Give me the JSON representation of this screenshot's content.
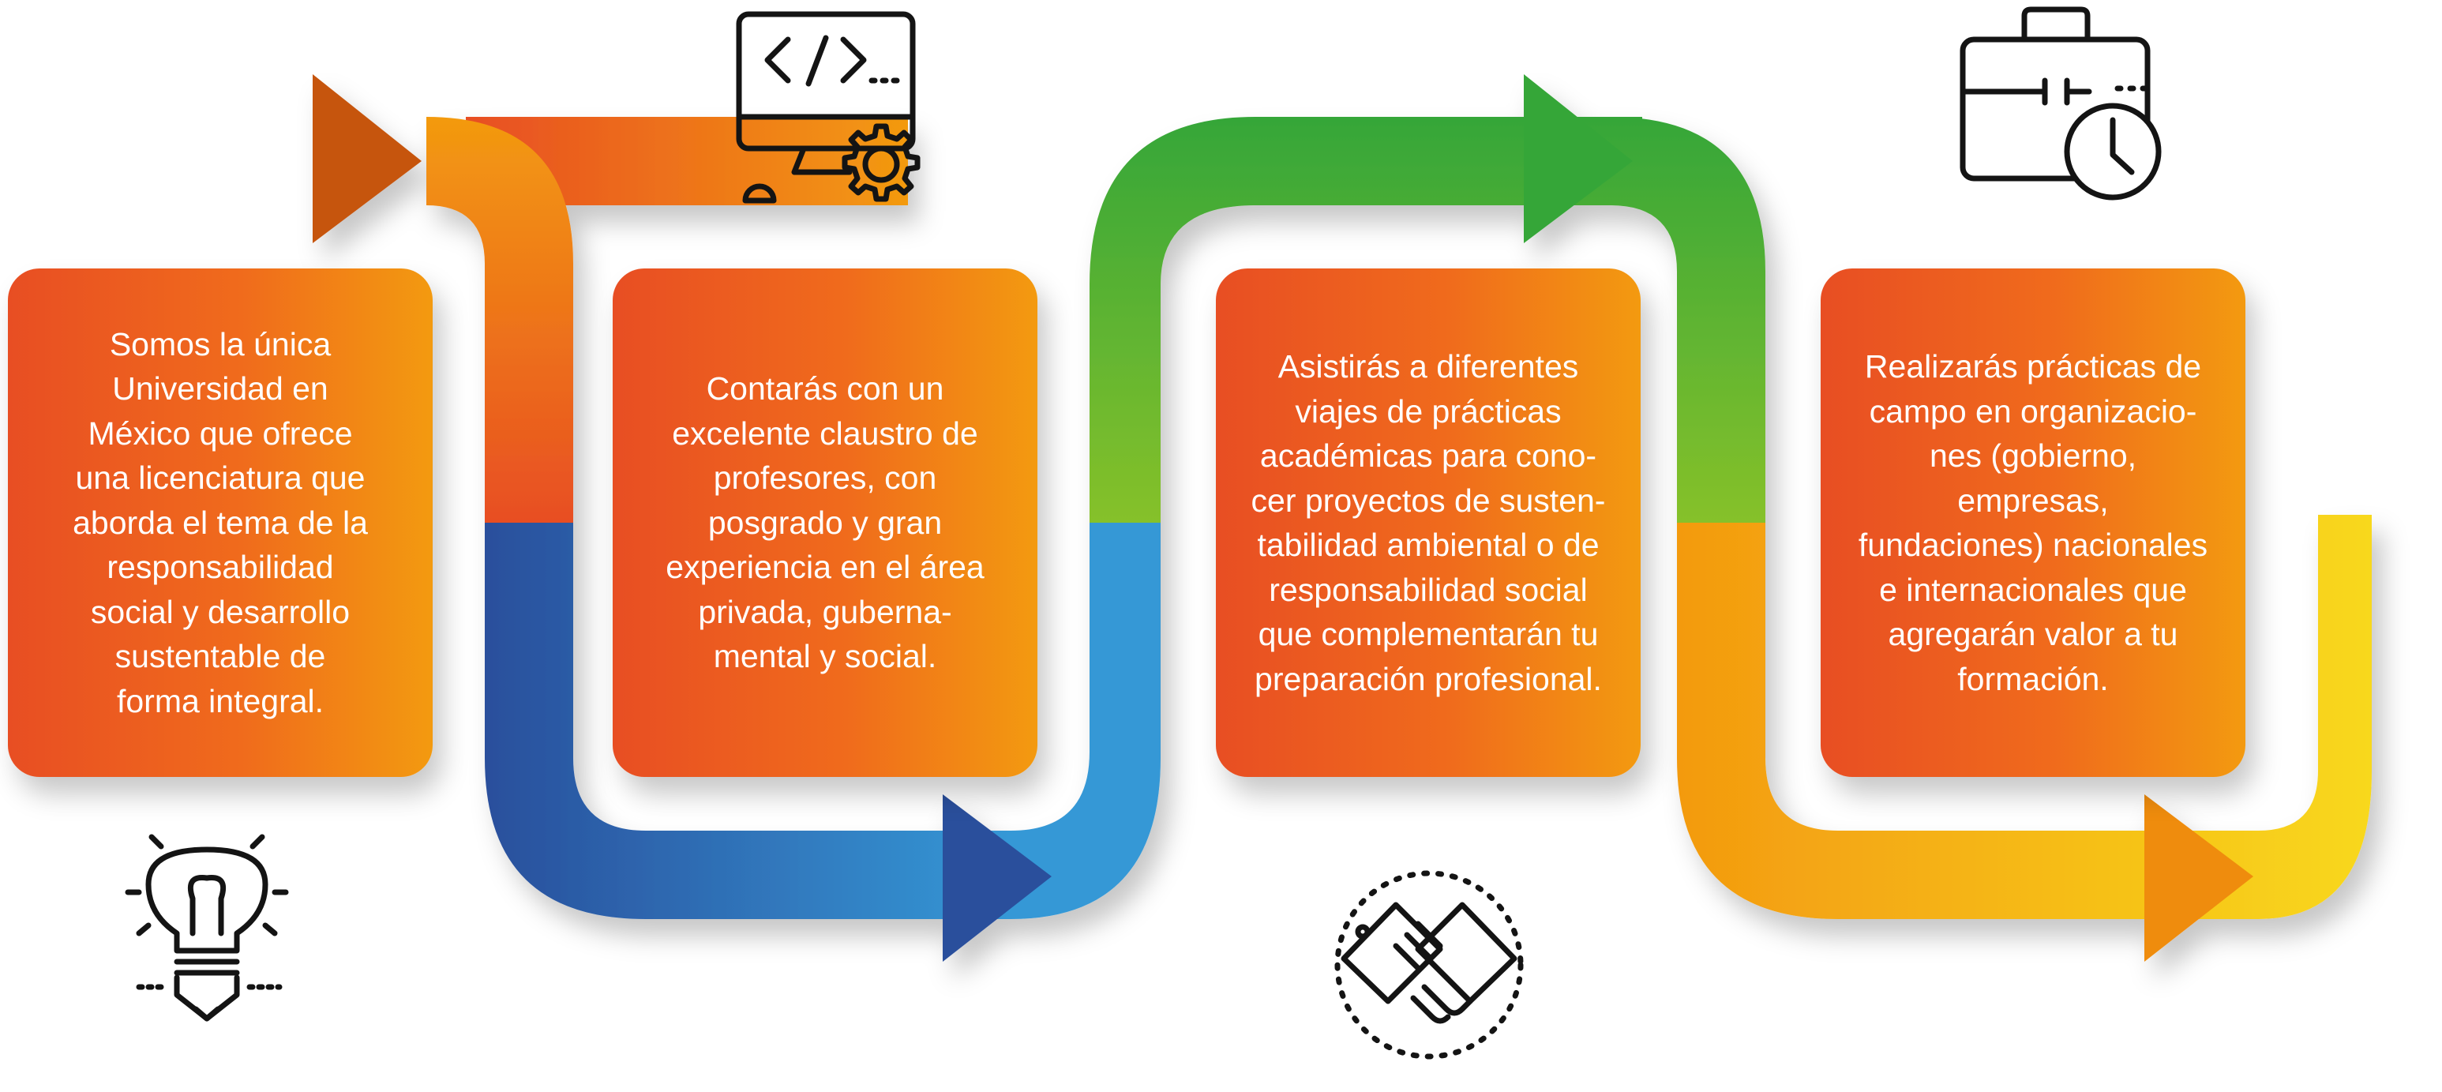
{
  "colors": {
    "orange_start": "#f39a10",
    "orange_end": "#e84e23",
    "blue_dark": "#2a4f9c",
    "blue_light": "#3598d6",
    "green_dark": "#35a639",
    "green_light": "#86c12a",
    "yellow": "#f8d81c",
    "card_gradient": [
      "#e84e23",
      "#f39a10"
    ],
    "icon_stroke": "#141414"
  },
  "steps": [
    {
      "text": "Somos la única\nUniversidad en\nMéxico que ofrece\nuna licenciatura que\naborda el tema de la\nresponsabilidad\nsocial y desarrollo\nsustentable de\nforma integral.",
      "icon": "lightbulb-pencil-icon"
    },
    {
      "text": "Contarás con un\nexcelente claustro de\nprofesores, con\nposgrado y gran\nexperiencia en el área\nprivada, guberna-\nmental y social.",
      "icon": "computer-code-gear-icon"
    },
    {
      "text": "Asistirás a diferentes\nviajes de prácticas\nacadémicas para cono-\ncer proyectos de susten-\ntabilidad ambiental o de\nresponsabilidad social\nque complementarán tu\npreparación profesional.",
      "icon": "handshake-icon"
    },
    {
      "text": "Realizarás prácticas de\ncampo en organizacio-\nnes (gobierno, empresas,\nfundaciones) nacionales\ne internacionales que\nagregarán valor a tu\nformación.",
      "icon": "briefcase-clock-icon"
    }
  ]
}
